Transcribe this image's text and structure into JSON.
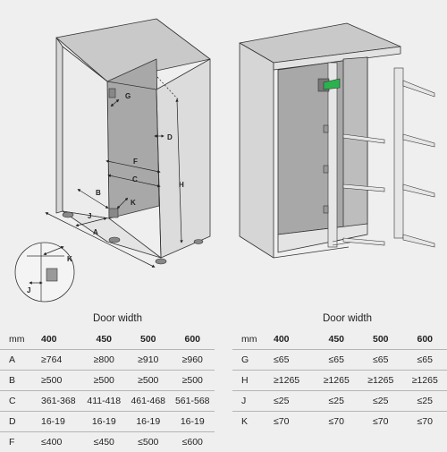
{
  "labels": {
    "G": "G",
    "D": "D",
    "F": "F",
    "C": "C",
    "H": "H",
    "B": "B",
    "K": "K",
    "J": "J",
    "A": "A",
    "detail_K": "K",
    "detail_J": "J"
  },
  "colors": {
    "green_accent": "#2bb24c",
    "cabinet_side": "#dcdcdc",
    "cabinet_interior": "#a8a8a8",
    "line": "#333333"
  },
  "left_table": {
    "title": "Door width",
    "unit": "mm",
    "columns": [
      "400",
      "450",
      "500",
      "600"
    ],
    "rows": [
      {
        "key": "A",
        "values": [
          "≥764",
          "≥800",
          "≥910",
          "≥960"
        ]
      },
      {
        "key": "B",
        "values": [
          "≥500",
          "≥500",
          "≥500",
          "≥500"
        ]
      },
      {
        "key": "C",
        "values": [
          "361-368",
          "411-418",
          "461-468",
          "561-568"
        ]
      },
      {
        "key": "D",
        "values": [
          "16-19",
          "16-19",
          "16-19",
          "16-19"
        ]
      },
      {
        "key": "F",
        "values": [
          "≤400",
          "≤450",
          "≤500",
          "≤600"
        ]
      }
    ]
  },
  "right_table": {
    "title": "Door width",
    "unit": "mm",
    "columns": [
      "400",
      "450",
      "500",
      "600"
    ],
    "rows": [
      {
        "key": "G",
        "values": [
          "≤65",
          "≤65",
          "≤65",
          "≤65"
        ]
      },
      {
        "key": "H",
        "values": [
          "≥1265",
          "≥1265",
          "≥1265",
          "≥1265"
        ]
      },
      {
        "key": "J",
        "values": [
          "≤25",
          "≤25",
          "≤25",
          "≤25"
        ]
      },
      {
        "key": "K",
        "values": [
          "≤70",
          "≤70",
          "≤70",
          "≤70"
        ]
      }
    ]
  }
}
